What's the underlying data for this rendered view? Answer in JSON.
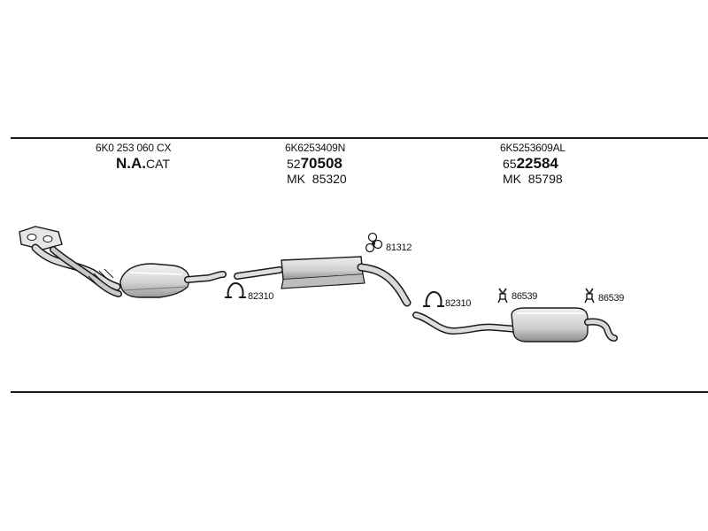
{
  "groups": [
    {
      "part_number": "6K0 253 060 CX",
      "name_bold": "N.A.",
      "name_suffix": "CAT"
    },
    {
      "part_number": "6K6253409N",
      "code_prefix": "52",
      "code_main": "70508",
      "mk_label": "MK",
      "mk_number": "85320"
    },
    {
      "part_number": "6K5253609AL",
      "code_prefix": "65",
      "code_main": "22584",
      "mk_label": "MK",
      "mk_number": "85798"
    }
  ],
  "fittings": [
    {
      "code": "81312"
    },
    {
      "code": "82310"
    },
    {
      "code": "82310"
    },
    {
      "code": "86539"
    },
    {
      "code": "86539"
    }
  ],
  "colors": {
    "line": "#1a1a1a",
    "part_fill": "#e6e6e6",
    "part_dark": "#8a8a8a"
  }
}
